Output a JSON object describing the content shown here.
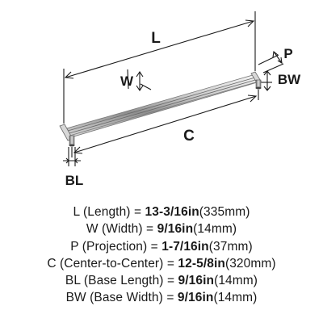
{
  "diagram": {
    "labels": {
      "L": "L",
      "W": "W",
      "P": "P",
      "BW": "BW",
      "C": "C",
      "BL": "BL"
    }
  },
  "specs": [
    {
      "name": "L (Length) = ",
      "value": "13-3/16in",
      "metric": "(335mm)"
    },
    {
      "name": "W (Width) = ",
      "value": "9/16in",
      "metric": "(14mm)"
    },
    {
      "name": "P (Projection) = ",
      "value": "1-7/16in",
      "metric": "(37mm)"
    },
    {
      "name": "C (Center-to-Center) = ",
      "value": "12-5/8in",
      "metric": "(320mm)"
    },
    {
      "name": "BL (Base Length) = ",
      "value": "9/16in",
      "metric": "(14mm)"
    },
    {
      "name": "BW (Base Width) = ",
      "value": "9/16in",
      "metric": "(14mm)"
    }
  ]
}
